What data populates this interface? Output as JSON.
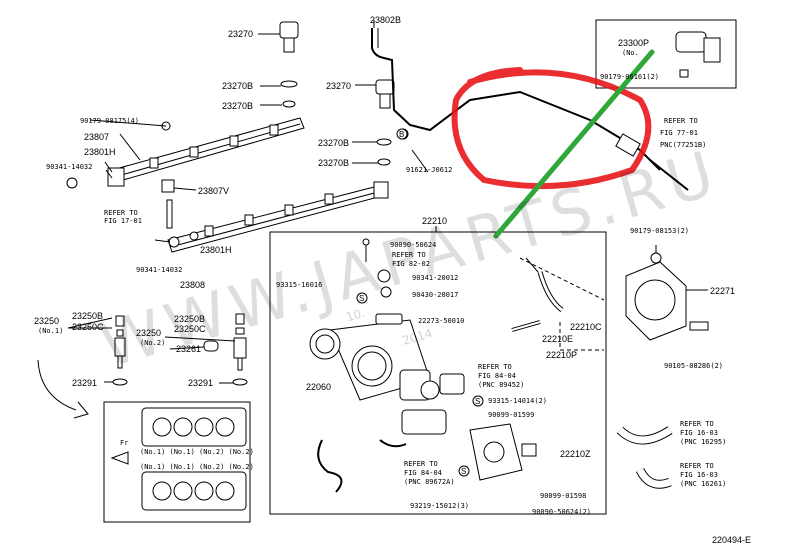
{
  "watermark": {
    "text": "WWW.JAPARTS.RU",
    "sub1": "10.",
    "sub2": "2014"
  },
  "diagram_code": "220494-E",
  "sections": {
    "top_left": {
      "p23270": "23270",
      "p23270b_1": "23270B",
      "p23270b_2": "23270B",
      "p90179a": "90179-08175(4)",
      "p23807": "23807",
      "p23801h_1": "23801H",
      "p90341a": "90341-14032",
      "p23807v": "23807V",
      "ref17_1": "REFER TO",
      "ref17_2": "FIG 17-01",
      "p23801h_2": "23801H",
      "p90341b": "90341-14032",
      "p23808": "23808"
    },
    "top_mid": {
      "p23802b": "23802B",
      "p23270": "23270",
      "p23270b_1": "23270B",
      "p23270b_2": "23270B",
      "p91621": "91621-J0612"
    },
    "top_right": {
      "p23300p": "23300P",
      "p23300p_note": "(No.",
      "p90179b": "90179-06161(2)",
      "ref77_1": "REFER TO",
      "ref77_2": "FIG 77-01",
      "ref77_3": "PNC(77251B)"
    },
    "left": {
      "p23250": "23250",
      "p23250_no1": "(No.1)",
      "p23250b_1": "23250B",
      "p23250c_1": "23250C",
      "p23250_2": "23250",
      "p23250_no2": "(No.2)",
      "p23250b_2": "23250B",
      "p23250c_2": "23250C",
      "p23261": "23261",
      "p23291_1": "23291",
      "p23291_2": "23291"
    },
    "inset": {
      "fr": "Fr",
      "row1": "(No.1) (No.1) (No.2) (No.2)",
      "row2": "(No.1) (No.1) (No.2) (No.2)"
    },
    "throttle_box": {
      "p22210": "22210",
      "p90090a": "90090-50624",
      "ref82_1": "REFER TO",
      "ref82_2": "FIG 82-02",
      "p90341c": "90341-20012",
      "p90430": "90430-20017",
      "p93315a": "93315-16016",
      "p22273": "22273-50010",
      "p22060": "22060",
      "ref8404a_1": "REFER TO",
      "ref8404a_2": "FIG 84-04",
      "ref8404a_3": "(PNC 89452)",
      "p93315b": "93315-14014(2)",
      "p90099a": "90099-01599",
      "ref8404b_1": "REFER TO",
      "ref8404b_2": "FIG 84-04",
      "ref8404b_3": "(PNC 89672A)",
      "p22210z": "22210Z",
      "p90099b": "90099-01598",
      "p93219": "93219-15012(3)",
      "p90090b": "90090-50624(2)",
      "p22210c": "22210C",
      "p22210e": "22210E",
      "p22210p": "22210P"
    },
    "right": {
      "p90179c": "90179-08153(2)",
      "p22271": "22271",
      "p90105": "90105-08286(2)",
      "ref1603a_1": "REFER TO",
      "ref1603a_2": "FIG 16-03",
      "ref1603a_3": "(PNC 16295)",
      "ref1603b_1": "REFER TO",
      "ref1603b_2": "FIG 16-03",
      "ref1603b_3": "(PNC 16261)"
    }
  },
  "markers": {
    "s": "S",
    "b": "B"
  },
  "colors": {
    "highlight": "#e8161b",
    "arrow": "#2fa83a",
    "ink": "#000000"
  }
}
